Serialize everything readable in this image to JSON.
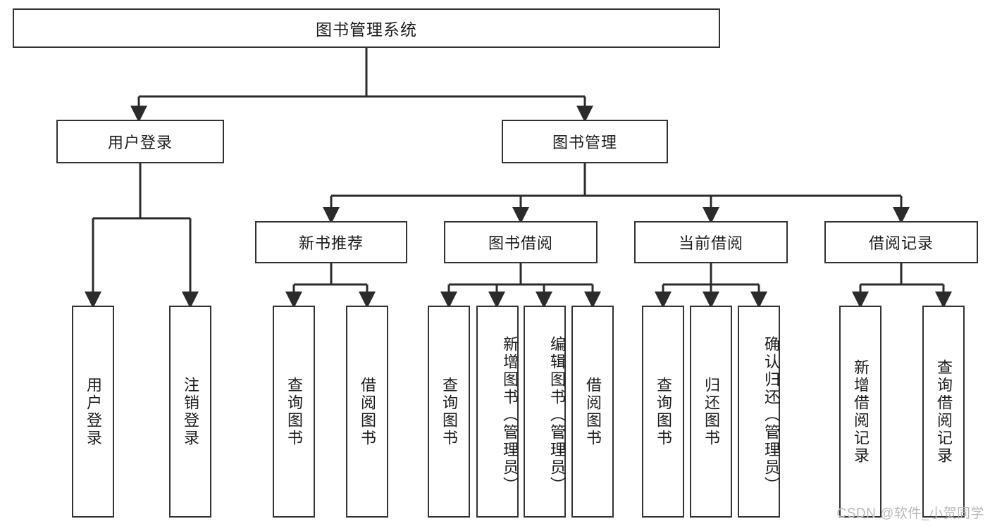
{
  "diagram": {
    "type": "tree",
    "title": "图书管理系统",
    "root": {
      "label": "图书管理系统"
    },
    "level1": [
      {
        "label": "用户登录"
      },
      {
        "label": "图书管理"
      }
    ],
    "level2": [
      {
        "label": "新书推荐"
      },
      {
        "label": "图书借阅"
      },
      {
        "label": "当前借阅"
      },
      {
        "label": "借阅记录"
      }
    ],
    "leaves": {
      "user_login": [
        {
          "label": "用户登录"
        },
        {
          "label": "注销登录"
        }
      ],
      "new_book_recommend": [
        {
          "label": "查询图书"
        },
        {
          "label": "借阅图书"
        }
      ],
      "book_borrow": [
        {
          "label": "查询图书"
        },
        {
          "label": "新增图书（管理员）"
        },
        {
          "label": "编辑图书（管理员）"
        },
        {
          "label": "借阅图书"
        }
      ],
      "current_borrow": [
        {
          "label": "查询图书"
        },
        {
          "label": "归还图书"
        },
        {
          "label": "确认归还（管理员）"
        }
      ],
      "borrow_record": [
        {
          "label": "新增借阅记录"
        },
        {
          "label": "查询借阅记录"
        }
      ]
    }
  },
  "watermark": {
    "text": "CSDN @软件_小贺同学"
  },
  "colors": {
    "box_border": "#333333",
    "box_fill": "#ffffff",
    "edge": "#2b2b2b",
    "text": "#1b1b1b",
    "watermark": "#b9b9b9"
  }
}
